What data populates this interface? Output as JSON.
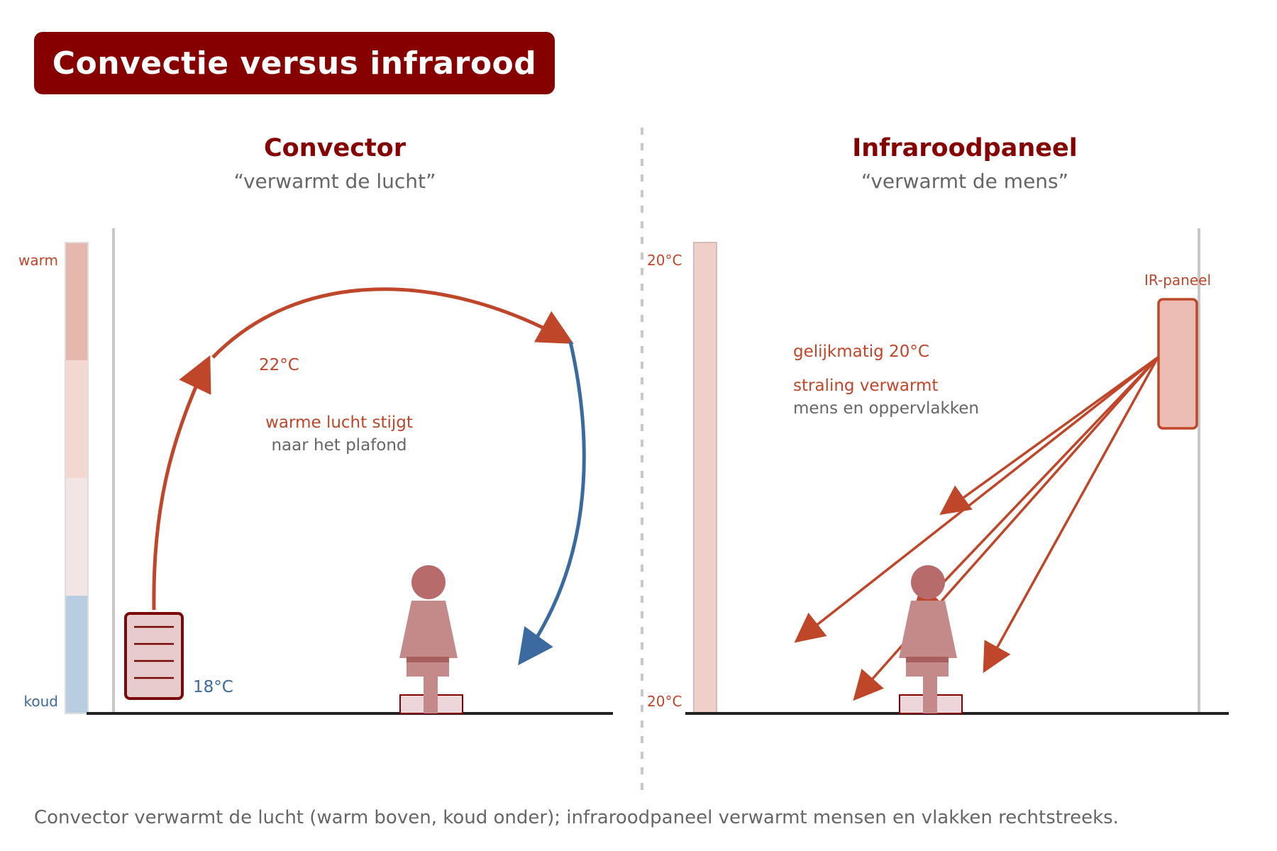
{
  "title": "Convectie versus infrarood",
  "colors": {
    "title_bg": "#860000",
    "dark_red": "#860000",
    "accent_red": "#c0462a",
    "cold_blue": "#3a6aa0",
    "gray_text": "#666666",
    "person": "#c48a8a"
  },
  "left_panel": {
    "title": "Convector",
    "subtitle": "“verwarmt de lucht”",
    "scale_top_label": "warm",
    "scale_bottom_label": "koud",
    "temp_ceiling": "22°C",
    "temp_floor": "18°C",
    "text_line1": "warme lucht stijgt",
    "text_line2": "naar het plafond"
  },
  "right_panel": {
    "title": "Infraroodpaneel",
    "subtitle": "“verwarmt de mens”",
    "scale_top_label": "20°C",
    "scale_bottom_label": "20°C",
    "panel_label": "IR-paneel",
    "text_line1": "gelijkmatig 20°C",
    "text_line2": "straling verwarmt",
    "text_line3": "mens en oppervlakken"
  },
  "caption": "Convector verwarmt de lucht (warm boven, koud onder); infraroodpaneel verwarmt mensen en vlakken rechtstreeks."
}
